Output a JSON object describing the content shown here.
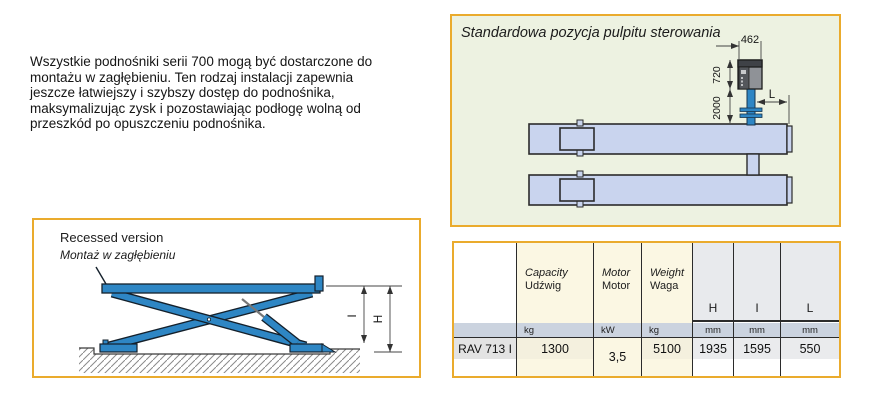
{
  "intro": {
    "lines": [
      "Wszystkie podnośniki serii 700 mogą być dostarczone do",
      "montażu w zagłębieniu. Ten rodzaj instalacji zapewnia",
      "jeszcze łatwiejszy i szybszy dostęp do podnośnika,",
      "maksymalizując zysk i pozostawiając podłogę wolną od",
      "przeszkód po opuszczeniu podnośnika."
    ]
  },
  "panel_diagram": {
    "title": "Standardowa pozycja pulpitu sterowania",
    "dim_width": "462",
    "dim_panel_height": "720",
    "dim_distance": "2000",
    "dim_length": "L"
  },
  "recessed": {
    "title_en": "Recessed version",
    "title_pl": "Montaż w zagłębieniu",
    "dim_inner": "I",
    "dim_total": "H"
  },
  "spec_table": {
    "headers": {
      "capacity_en": "Capacity",
      "capacity_pl": "Udźwig",
      "motor_en": "Motor",
      "motor_pl": "Motor",
      "weight_en": "Weight",
      "weight_pl": "Waga",
      "h": "H",
      "i": "I",
      "l": "L"
    },
    "units": {
      "capacity": "kg",
      "motor": "kW",
      "weight": "kg",
      "h": "mm",
      "i": "mm",
      "l": "mm"
    },
    "rows": [
      {
        "model": "RAV 713 I",
        "capacity": "1300",
        "motor": "3,5",
        "weight": "5100",
        "h": "1935",
        "i": "1595",
        "l": "550"
      }
    ]
  },
  "colors": {
    "accent_border": "#EAAB2D",
    "panel_box_bg": "#EDF2E1",
    "table_cream": "#FBF7E3",
    "units_band": "#CBD3DF",
    "hil_header_bg": "#E8EAED",
    "lift_blue": "#2E86C4",
    "platform_fill": "#C9D4EE"
  }
}
